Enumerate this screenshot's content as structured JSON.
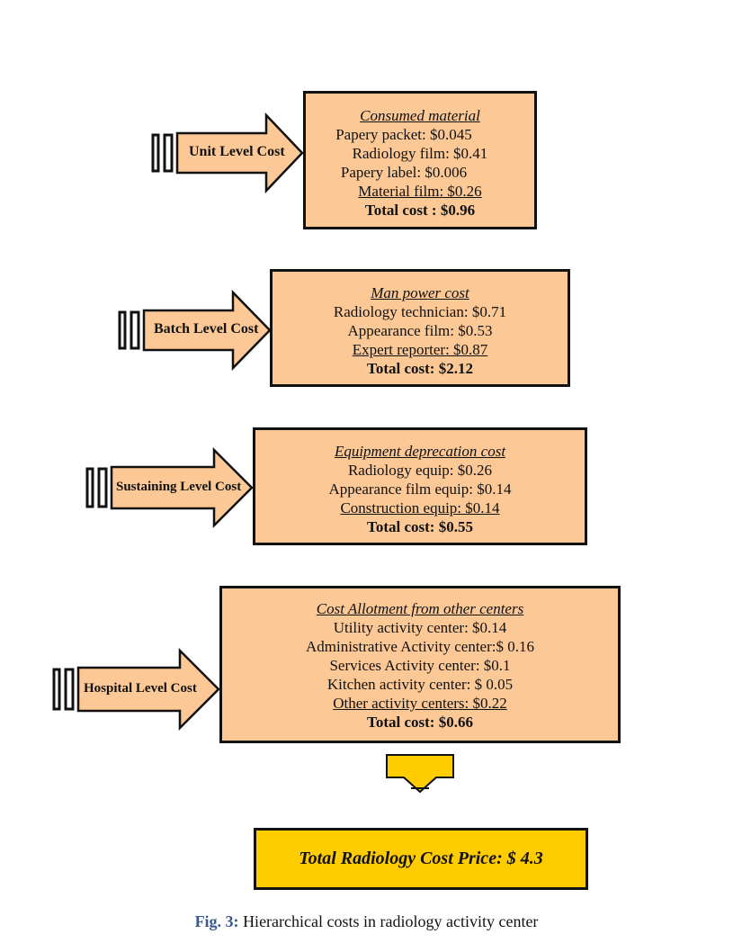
{
  "levels": [
    {
      "label": "Unit Level Cost",
      "heading": "Consumed material",
      "items": [
        "Papery packet: $0.045",
        "Radiology film: $0.41",
        "Papery label: $0.006",
        "Material film: $0.26"
      ],
      "total": "Total cost : $0.96"
    },
    {
      "label": "Batch Level Cost",
      "heading": "Man power cost",
      "items": [
        "Radiology technician: $0.71",
        "Appearance film: $0.53",
        "Expert reporter: $0.87"
      ],
      "total": "Total cost: $2.12"
    },
    {
      "label": "Sustaining Level Cost",
      "heading": "Equipment deprecation cost",
      "items": [
        "Radiology equip: $0.26",
        "Appearance film equip: $0.14",
        "Construction equip: $0.14"
      ],
      "total": "Total cost: $0.55"
    },
    {
      "label": "Hospital Level Cost",
      "heading": "Cost Allotment from other centers",
      "items": [
        "Utility activity center: $0.14",
        "Administrative Activity center:$ 0.16",
        "Services Activity center: $0.1",
        "Kitchen activity center: $ 0.05",
        "Other activity centers: $0.22"
      ],
      "total": "Total cost: $0.66"
    }
  ],
  "grand_total": "Total Radiology Cost Price: $ 4.3",
  "caption": {
    "fig_label": "Fig. 3:",
    "text": " Hierarchical costs in radiology activity center"
  },
  "colors": {
    "box_fill": "#fcc896",
    "total_fill": "#ffcc00",
    "caption_fig": "#3a5a8c"
  }
}
